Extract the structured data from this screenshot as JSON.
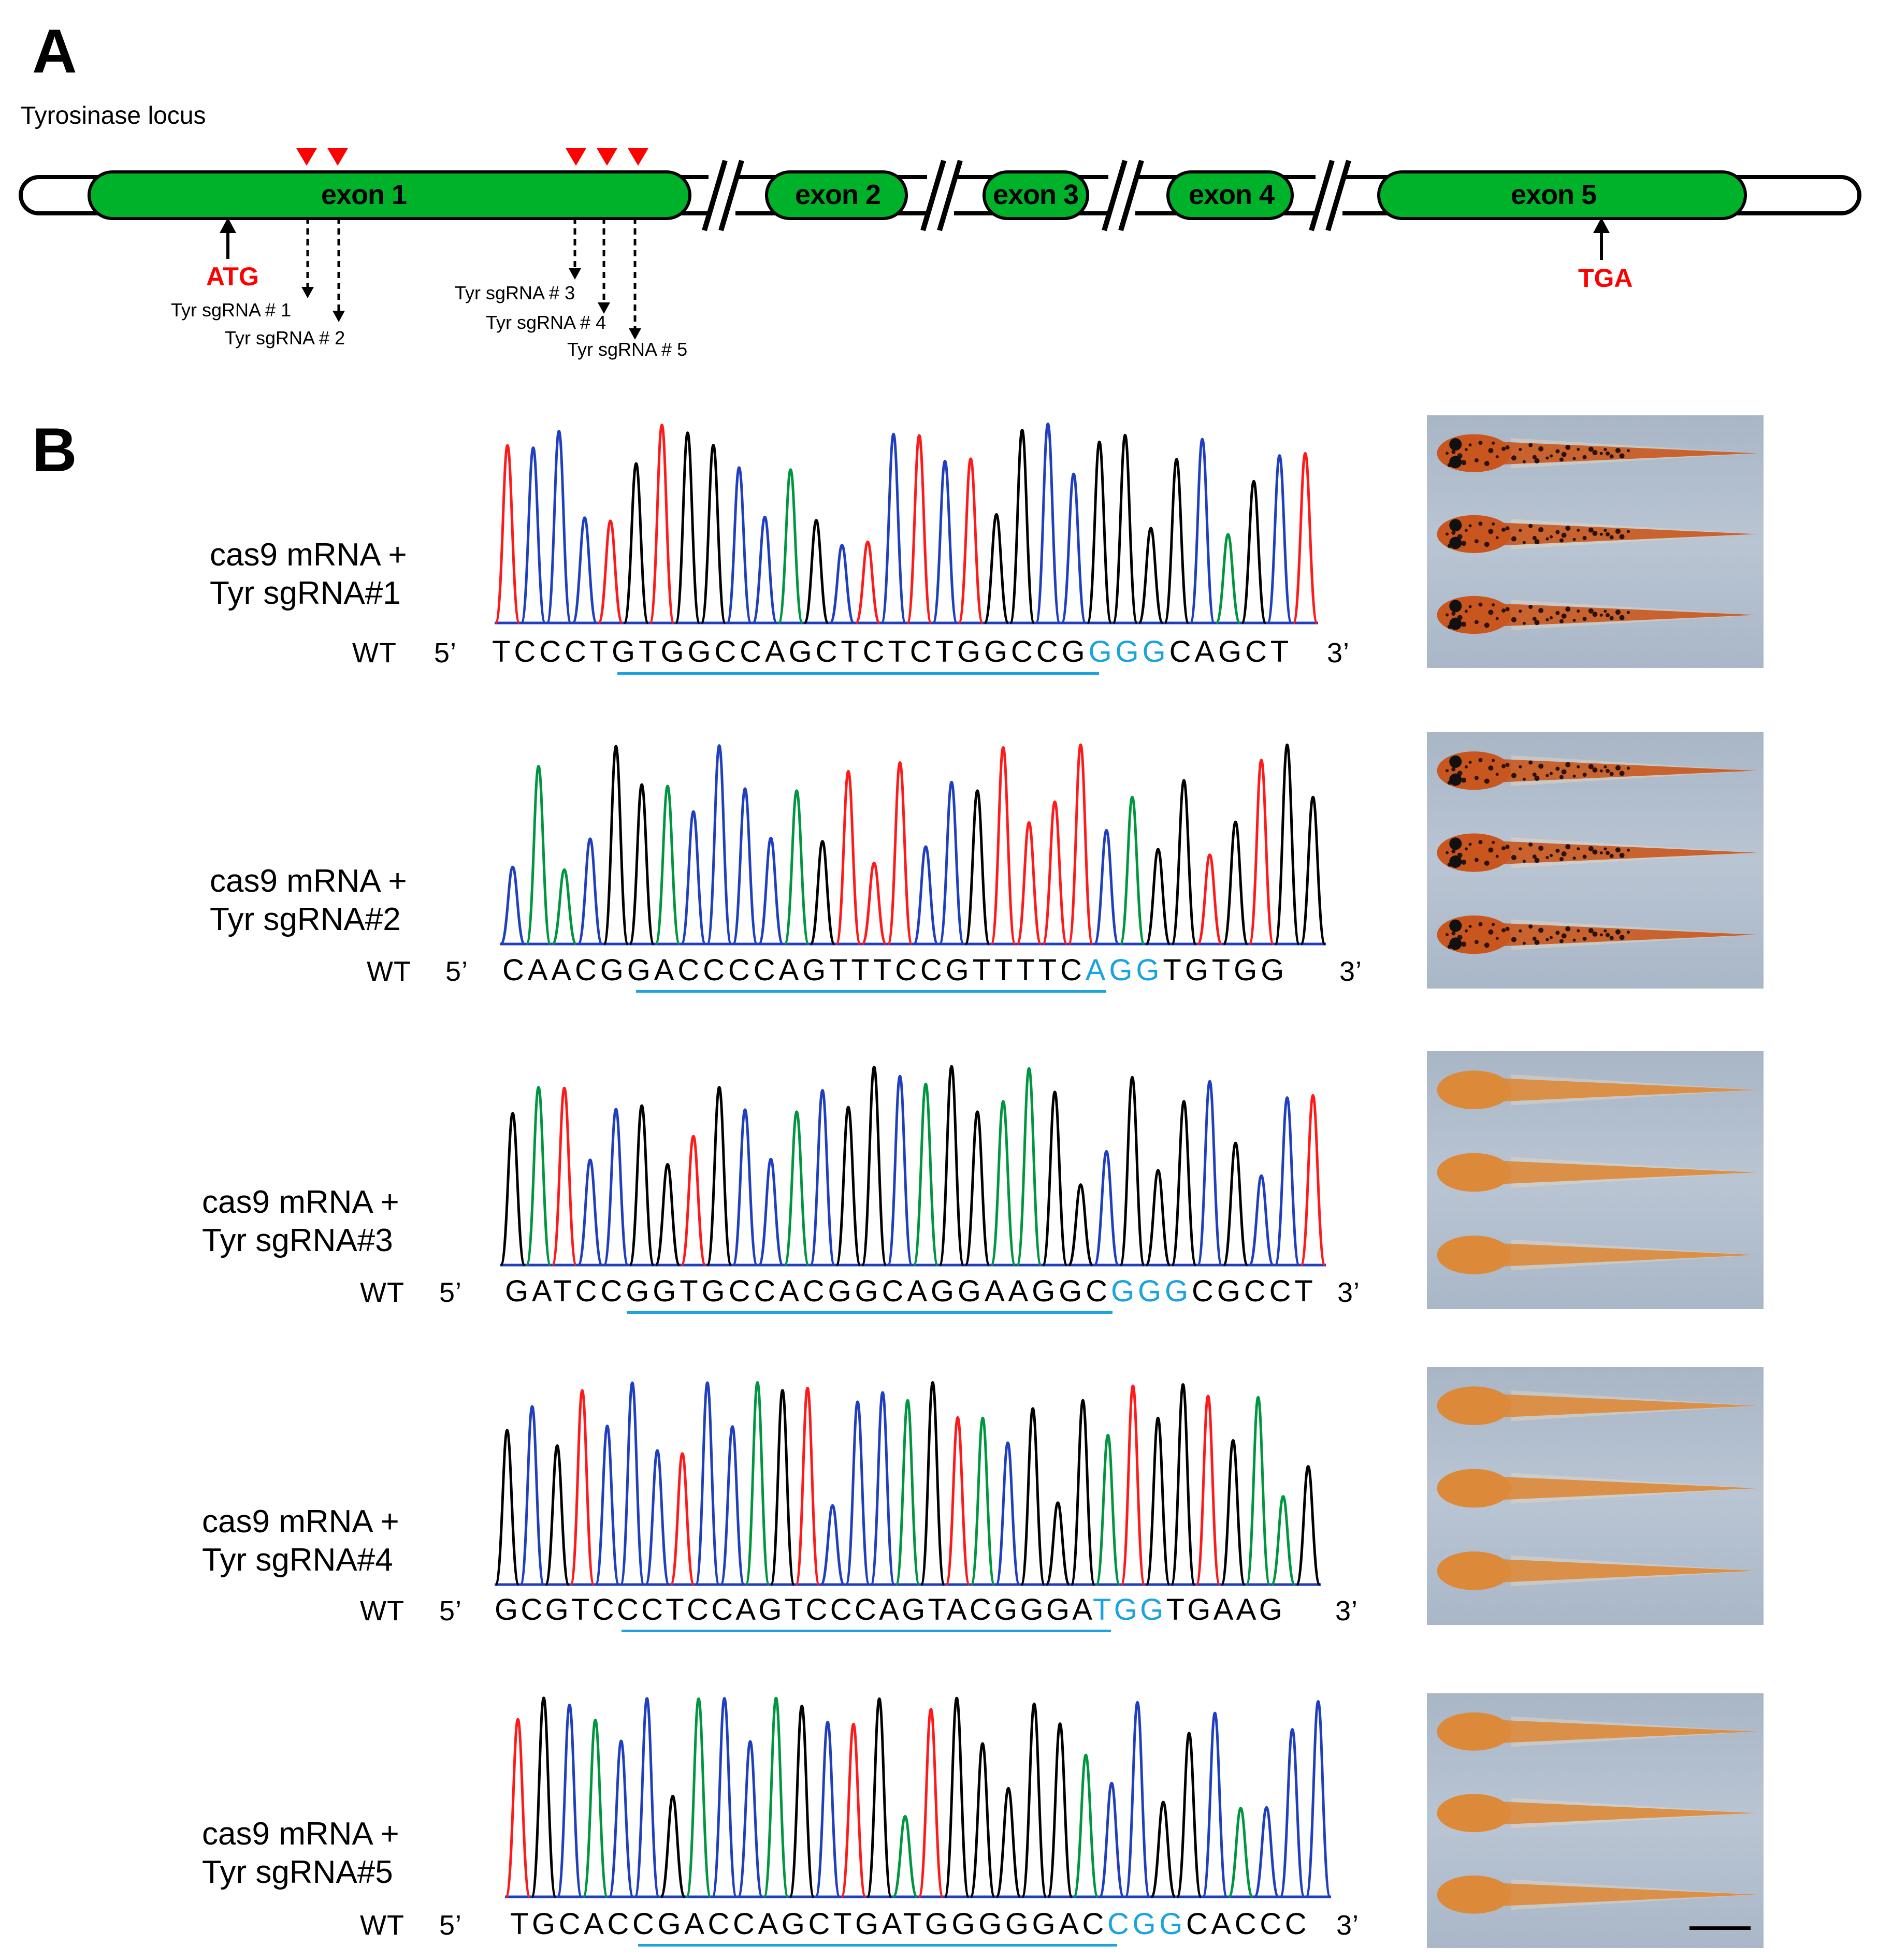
{
  "panel_a": {
    "letter": "A",
    "locus_label": "Tyrosinase  locus",
    "exons": [
      "exon 1",
      "exon 2",
      "exon 3",
      "exon 4",
      "exon 5"
    ],
    "start_codon": "ATG",
    "stop_codon": "TGA",
    "sgrnas": [
      "Tyr sgRNA # 1",
      "Tyr sgRNA # 2",
      "Tyr sgRNA # 3",
      "Tyr sgRNA # 4",
      "Tyr sgRNA # 5"
    ],
    "colors": {
      "exon": "#00b22a",
      "marker": "#ff0000"
    }
  },
  "panel_b": {
    "letter": "B",
    "wt_label": "WT",
    "five_prime": "5’",
    "three_prime": "3’",
    "rows": [
      {
        "line1": "cas9 mRNA +",
        "line2": "Tyr sgRNA#1",
        "seq_pre": "TCCCTGTGGCCAGCTCTCTGGCCG",
        "pam": "GGG",
        "seq_post": "CAGCT"
      },
      {
        "line1": "cas9 mRNA +",
        "line2": "Tyr sgRNA#2",
        "seq_pre": "CAACGGACCCCAGTTTCCGTTTTC",
        "pam": "AGG",
        "seq_post": "TGTGG"
      },
      {
        "line1": "cas9 mRNA +",
        "line2": "Tyr sgRNA#3",
        "seq_pre": "GATCCGGTGCCACGGCAGGAAGGC",
        "pam": "GGG",
        "seq_post": "CGCCT"
      },
      {
        "line1": "cas9 mRNA +",
        "line2": "Tyr sgRNA#4",
        "seq_pre": "GCGTCCCTCCAGTCCCAGTACGGGA",
        "pam": "TGG",
        "seq_post": "TGAAG"
      },
      {
        "line1": "cas9 mRNA +",
        "line2": "Tyr sgRNA#5",
        "seq_pre": "TGCACCGACCAGCTGATGGGGGAC",
        "pam": "CGG",
        "seq_post": "CACCC"
      }
    ],
    "trace_colors": {
      "A": "#00963f",
      "C": "#1f3fbf",
      "G": "#000000",
      "T": "#ff1a1a"
    },
    "underline_color": "#1aa3df",
    "larva_appearance": [
      "pigmented",
      "pigmented",
      "albino",
      "albino",
      "albino"
    ]
  }
}
